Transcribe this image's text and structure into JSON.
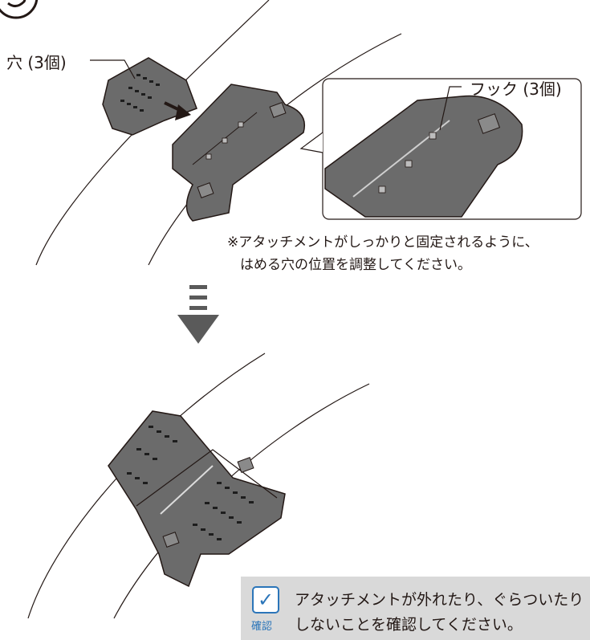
{
  "labels": {
    "hole": "穴 (3個)",
    "hook": "フック (3個)"
  },
  "note": {
    "line1": "※アタッチメントがしっかりと固定されるように、",
    "line2": "はめる穴の位置を調整してください。"
  },
  "confirm": {
    "caption": "確認",
    "icon": "check-icon",
    "line1": "アタッチメントが外れたり、ぐらついたり",
    "line2": "しないことを確認してください。"
  },
  "colors": {
    "part_fill": "#6b6b6b",
    "part_stroke": "#231815",
    "arrow": "#5a5a5a",
    "confirm_bg": "#d9d9d9",
    "confirm_blue": "#2b75b9"
  }
}
